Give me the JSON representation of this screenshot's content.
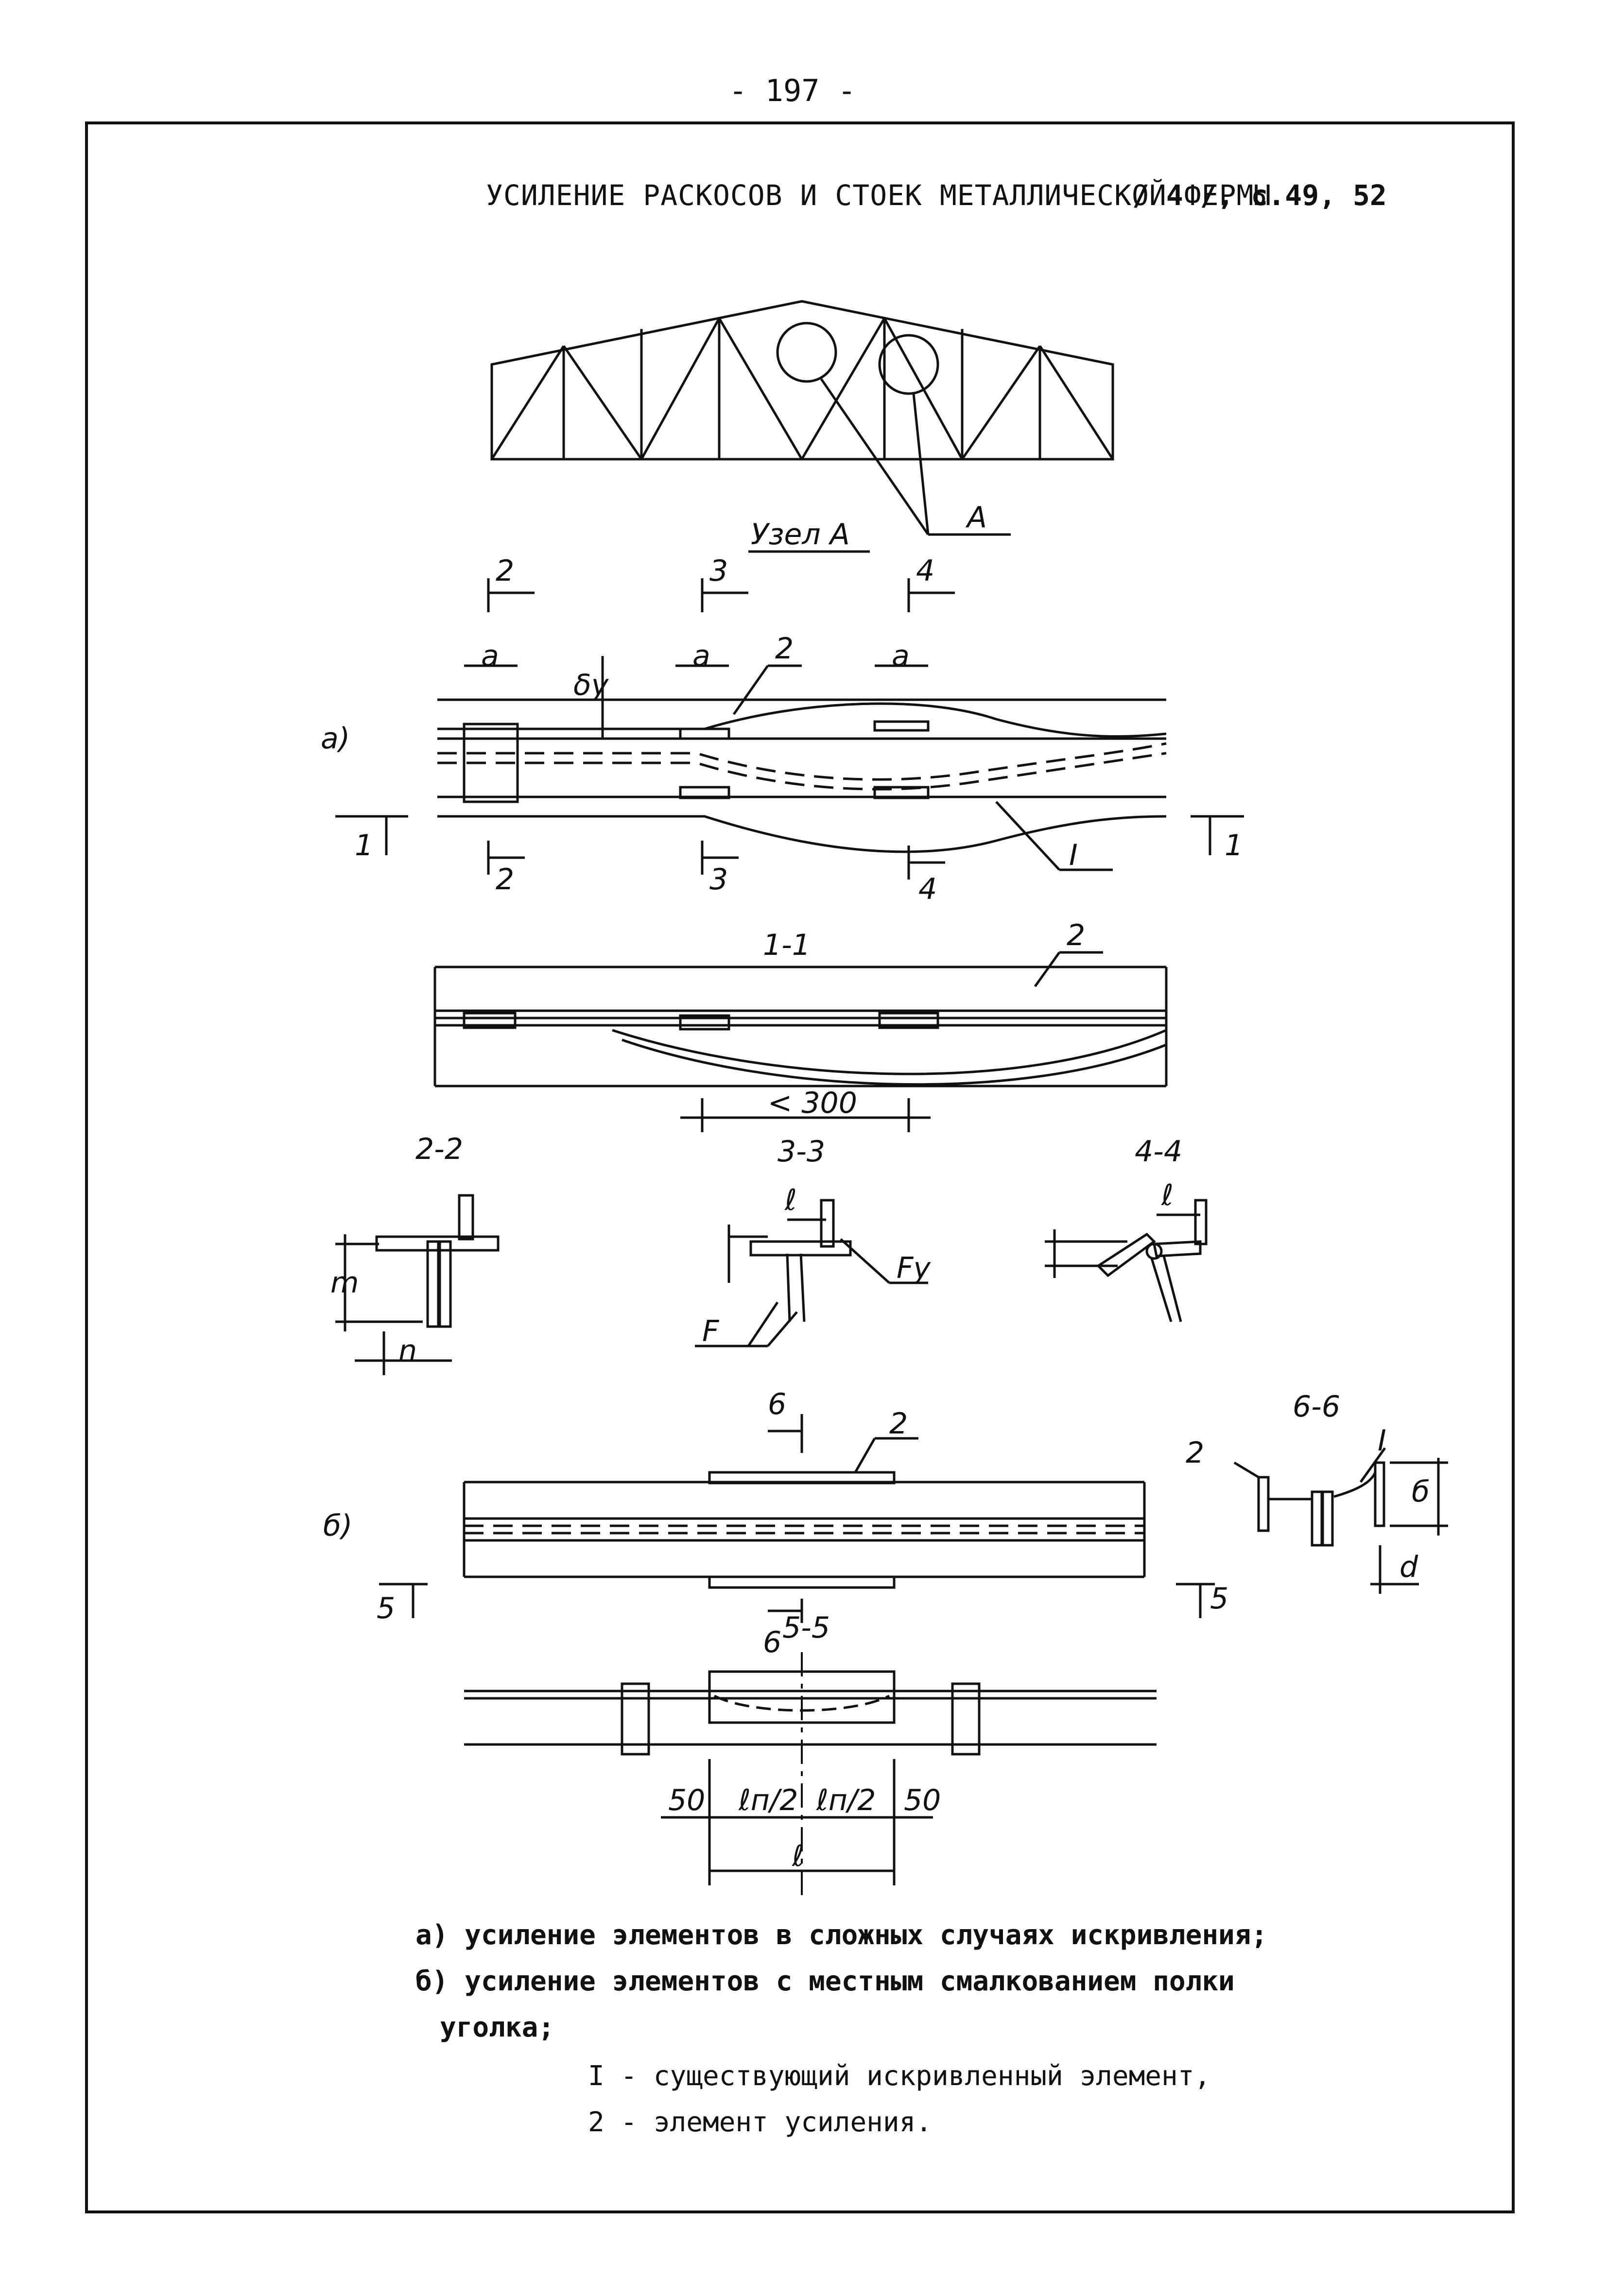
{
  "page_number": "- 197 -",
  "header": {
    "title": "УСИЛЕНИЕ РАСКОСОВ И СТОЕК МЕТАЛЛИЧЕСКОЙ ФЕРМЫ",
    "reference": "/ 4 /, с.49, 52"
  },
  "drawing": {
    "node_label": "Узел А",
    "callout_A": "А",
    "variant_a": "а)",
    "variant_b": "б)",
    "section_1_1": "1-1",
    "section_2_2": "2-2",
    "section_3_3": "3-3",
    "section_4_4": "4-4",
    "section_5_5": "5-5",
    "section_6_6": "6-6",
    "cut_marks": [
      "1",
      "2",
      "3",
      "4",
      "5",
      "6"
    ],
    "dim_a": "а",
    "dim_delta": "δу",
    "dim_300": "< 300",
    "dim_m": "m",
    "dim_n": "n",
    "dim_l": "ℓ",
    "dim_half_ln": "ℓп/2",
    "dim_50": "50",
    "dim_b": "б",
    "dim_d": "d",
    "area_Fy": "Fу",
    "area_F": "F",
    "ref_1": "I",
    "ref_2": "2"
  },
  "legend": {
    "line_a": "а) усиление элементов в сложных случаях искривления;",
    "line_b": "б) усиление элементов с местным смалкованием полки",
    "line_b2": "уголка;",
    "item_1": "I - существующий искривленный элемент,",
    "item_2": "2 - элемент усиления."
  }
}
